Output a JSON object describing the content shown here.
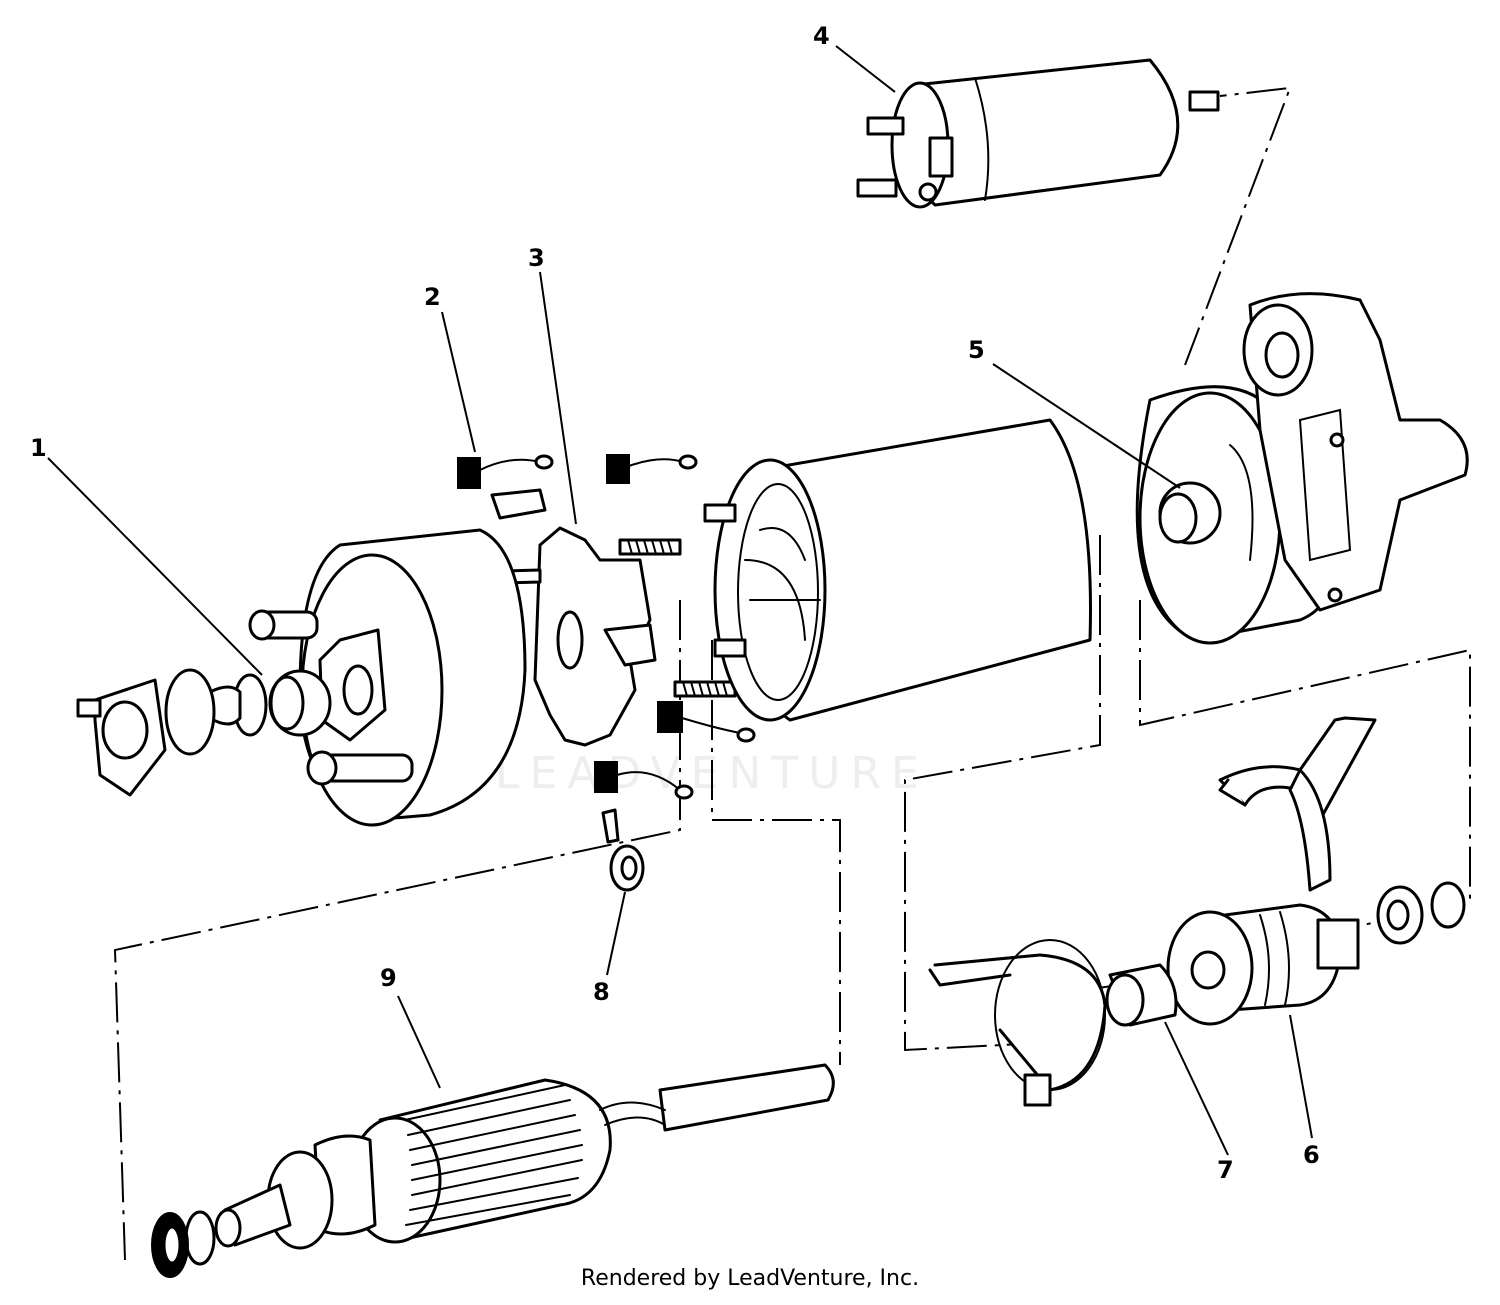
{
  "diagram": {
    "callouts": [
      {
        "id": "1",
        "label": "1"
      },
      {
        "id": "2",
        "label": "2"
      },
      {
        "id": "3",
        "label": "3"
      },
      {
        "id": "4",
        "label": "4"
      },
      {
        "id": "5",
        "label": "5"
      },
      {
        "id": "6",
        "label": "6"
      },
      {
        "id": "7",
        "label": "7"
      },
      {
        "id": "8",
        "label": "8"
      },
      {
        "id": "9",
        "label": "9"
      }
    ],
    "watermark": "LEADVENTURE",
    "credit": "Rendered by LeadVenture, Inc."
  }
}
